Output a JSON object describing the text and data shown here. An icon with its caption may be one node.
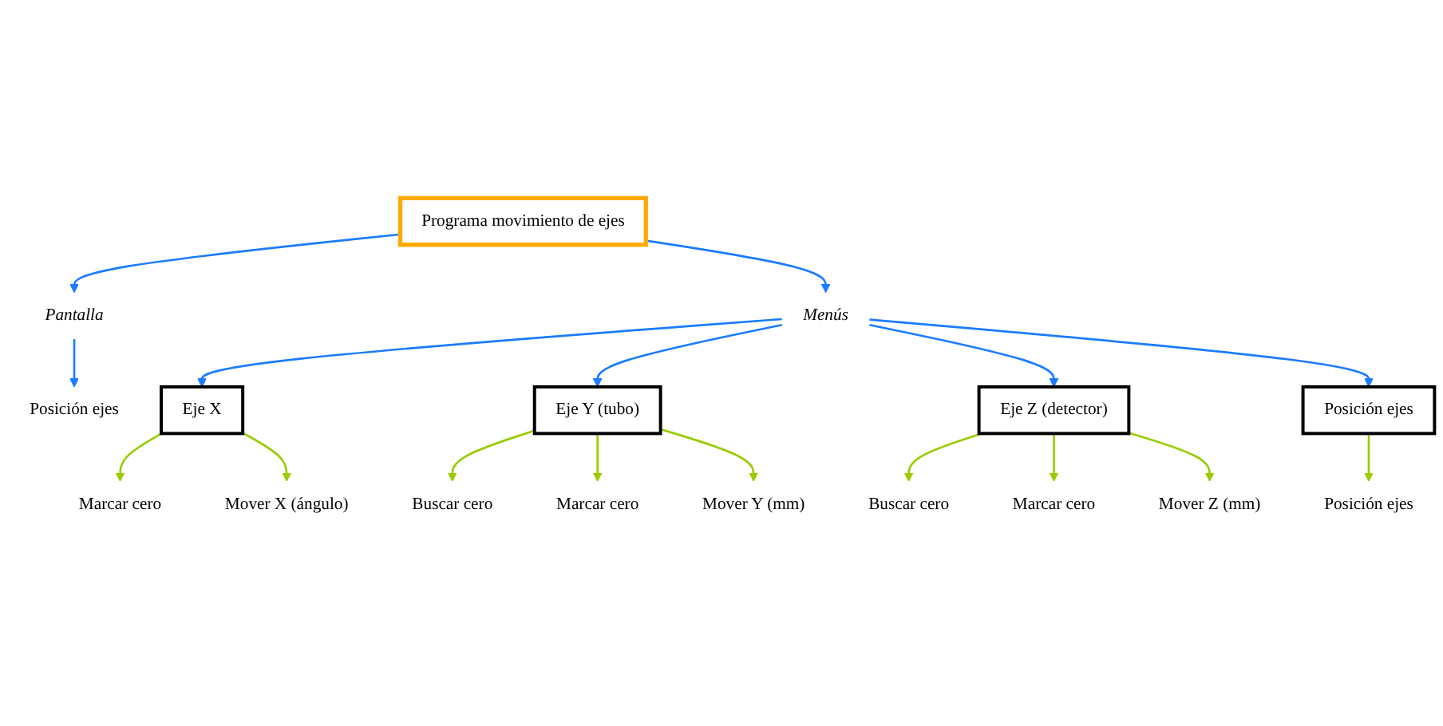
{
  "diagram": {
    "nodes": [
      {
        "text": [
          "Programa movimiento de ejes"
        ]
      },
      {
        "text": [
          "Pantalla"
        ]
      },
      {
        "text": [
          "Posición ejes"
        ]
      },
      {
        "text": [
          "Menús"
        ]
      },
      {
        "text": [
          "Eje X"
        ]
      },
      {
        "text": [
          "Eje Y (tubo)"
        ]
      },
      {
        "text": [
          "Eje Z (detector)"
        ]
      },
      {
        "text": [
          "Posición ejes"
        ]
      },
      {
        "text": [
          "Marcar cero"
        ]
      },
      {
        "text": [
          "Mover X (ángulo)"
        ]
      },
      {
        "text": [
          "Buscar cero"
        ]
      },
      {
        "text": [
          "Marcar cero"
        ]
      },
      {
        "text": [
          "Mover Y (mm)"
        ]
      },
      {
        "text": [
          "Buscar cero"
        ]
      },
      {
        "text": [
          "Marcar cero"
        ]
      },
      {
        "text": [
          "Mover Z (mm)"
        ]
      },
      {
        "text": [
          "Posición ejes"
        ]
      }
    ],
    "edges": [
      {
        "from": 0,
        "to": 1,
        "arrow": "to",
        "color": "#1a7cff"
      },
      {
        "from": 1,
        "to": 2,
        "arrow": "to",
        "color": "#1a7cff"
      },
      {
        "from": 0,
        "to": 3,
        "arrow": "to",
        "color": "#1a7cff"
      },
      {
        "from": 3,
        "to": 4,
        "arrow": "to",
        "color": "#1a7cff"
      },
      {
        "from": 3,
        "to": 5,
        "arrow": "to",
        "color": "#1a7cff"
      },
      {
        "from": 3,
        "to": 6,
        "arrow": "to",
        "color": "#1a7cff"
      },
      {
        "from": 3,
        "to": 7,
        "arrow": "to",
        "color": "#1a7cff"
      },
      {
        "from": 4,
        "to": 8,
        "arrow": "to"
      },
      {
        "from": 4,
        "to": 9,
        "arrow": "to"
      },
      {
        "from": 5,
        "to": 10,
        "arrow": "to"
      },
      {
        "from": 5,
        "to": 11,
        "arrow": "to"
      },
      {
        "from": 5,
        "to": 12,
        "arrow": "to"
      },
      {
        "from": 6,
        "to": 13,
        "arrow": "to"
      },
      {
        "from": 6,
        "to": 14,
        "arrow": "to"
      },
      {
        "from": 6,
        "to": 15,
        "arrow": "to"
      },
      {
        "from": 7,
        "to": 16,
        "arrow": "to"
      }
    ]
  }
}
